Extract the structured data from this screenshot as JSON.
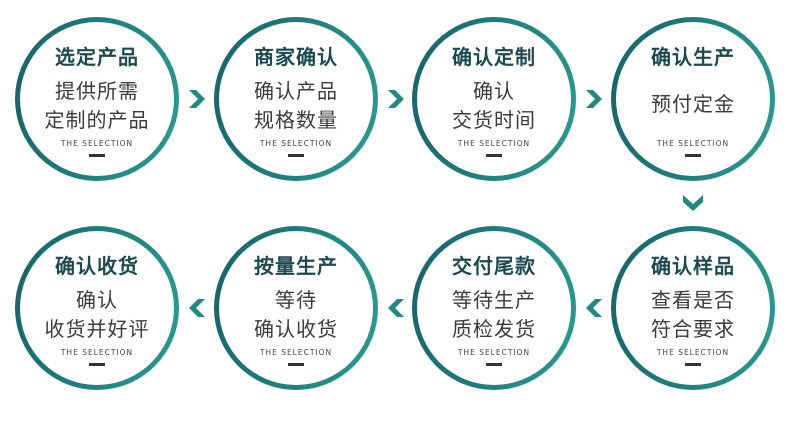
{
  "subtitle": "THE SELECTION",
  "colors": {
    "teal_dark": "#16636a",
    "teal_light": "#2a9c90",
    "title": "#1c4a4e",
    "text": "#3b3b3b"
  },
  "steps": [
    {
      "title": "选定产品",
      "lines": [
        "提供所需",
        "定制的产品"
      ]
    },
    {
      "title": "商家确认",
      "lines": [
        "确认产品",
        "规格数量"
      ]
    },
    {
      "title": "确认定制",
      "lines": [
        "确认",
        "交货时间"
      ]
    },
    {
      "title": "确认生产",
      "lines": [
        "预付定金"
      ]
    },
    {
      "title": "确认样品",
      "lines": [
        "查看是否",
        "符合要求"
      ]
    },
    {
      "title": "交付尾款",
      "lines": [
        "等待生产",
        "质检发货"
      ]
    },
    {
      "title": "按量生产",
      "lines": [
        "等待",
        "确认收货"
      ]
    },
    {
      "title": "确认收货",
      "lines": [
        "确认",
        "收货并好评"
      ]
    }
  ],
  "arrows": [
    "chevron-right",
    "chevron-right",
    "chevron-right",
    "chevron-down",
    "chevron-left",
    "chevron-left",
    "chevron-left"
  ]
}
